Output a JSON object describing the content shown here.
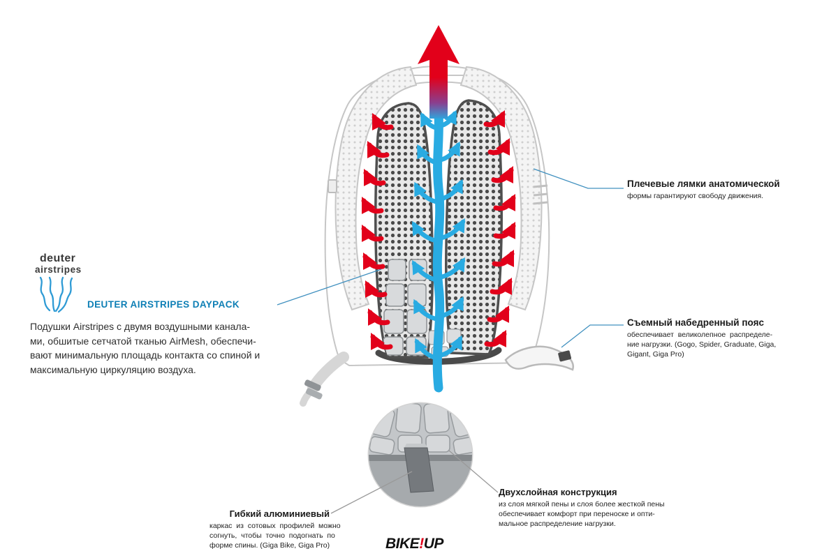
{
  "colors": {
    "flow_blue": "#29abe2",
    "arrow_red": "#e2001a",
    "accent_blue": "#0e7fb5",
    "leader_blue": "#4090bf",
    "leader_gray": "#9a9a9a"
  },
  "logo": {
    "brand": "deuter",
    "product": "airstripes"
  },
  "heading": {
    "label": "DEUTER AIRSTRIPES DAYPACK"
  },
  "intro": {
    "lines": [
      "Подушки Airstripes с двумя воздушными канала-",
      "ми, обшитые сетчатой тканью AirMesh, обеспечи-",
      "вают минимальную площадь контакта со спиной и",
      "максимальную циркуляцию воздуха."
    ]
  },
  "annotations": {
    "shoulder_straps": {
      "title": "Плечевые лямки анатомической",
      "lines": [
        "формы гарантируют свободу движения."
      ]
    },
    "hip_belt": {
      "title": "Съемный набедренный пояс",
      "lines": [
        "обеспечивает  великолепное  распределе-",
        "ние нагрузки. (Gogo, Spider, Graduate, Giga,",
        "Gigant, Giga Pro)"
      ]
    },
    "aluminum_frame": {
      "title": "Гибкий алюминиевый",
      "lines": [
        "каркас  из  сотовых  профилей  можно",
        "согнуть,  чтобы  точно  подогнать  по",
        "форме спины. (Giga Bike, Giga Pro)"
      ]
    },
    "two_layer": {
      "title": "Двухслойная конструкция",
      "lines": [
        "из слоя мягкой пены и слоя более жесткой пены",
        "обеспечивает комфорт при переноске и опти-",
        "мальное распределение нагрузки."
      ]
    }
  },
  "watermark": {
    "part1": "BIKE",
    "exclamation": "!",
    "part2": "UP"
  }
}
